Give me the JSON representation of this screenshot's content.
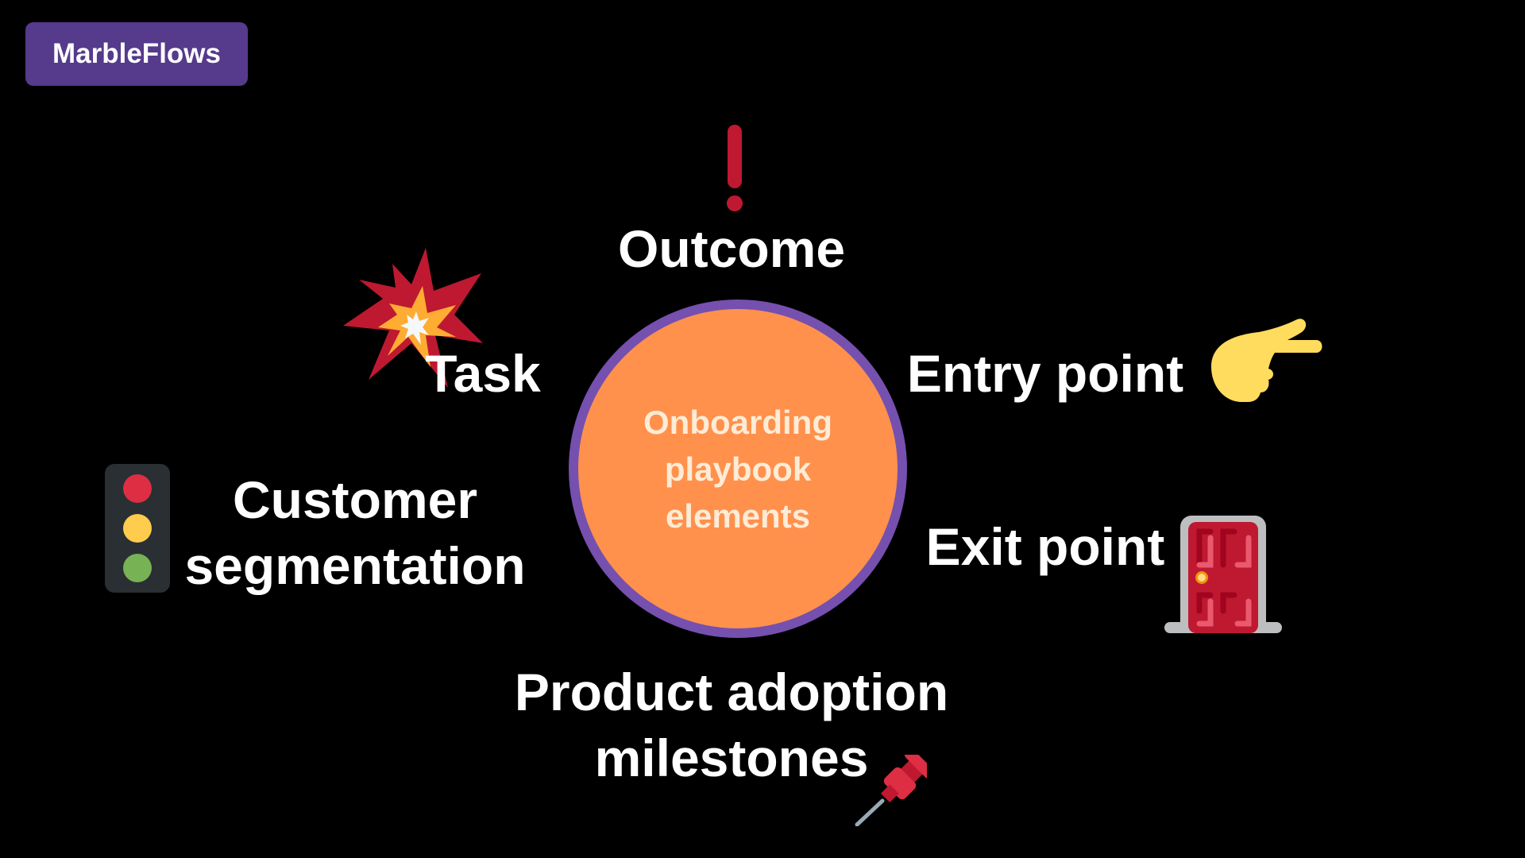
{
  "brand": {
    "name": "MarbleFlows",
    "color": "#563a8c"
  },
  "center": {
    "lines": [
      "Onboarding",
      "playbook",
      "elements"
    ],
    "fill": "#ff914d",
    "ring": "#7550ae"
  },
  "elements": {
    "outcome": "Outcome",
    "task": "Task",
    "entry_point": "Entry point",
    "exit_point": "Exit point",
    "customer_segmentation": [
      "Customer",
      "segmentation"
    ],
    "product_adoption": [
      "Product adoption",
      "milestones"
    ]
  },
  "icons": {
    "outcome": "exclamation-icon",
    "task": "explosion-icon",
    "entry_point": "pointing-hand-icon",
    "exit_point": "door-icon",
    "customer_segmentation": "traffic-light-icon",
    "product_adoption": "pushpin-icon"
  }
}
